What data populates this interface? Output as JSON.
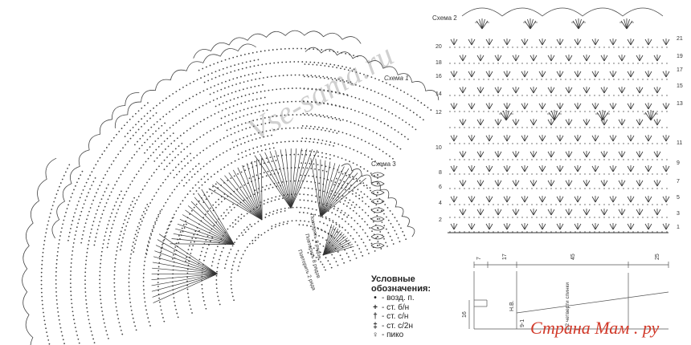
{
  "scheme_labels": {
    "s1": "Схема 1",
    "s2": "Схема 2",
    "s3": "Схема 3"
  },
  "repeat_notes": [
    "Повторять 8 рядов",
    "Повторить 8 рядов",
    "Повторить 2 ряда"
  ],
  "row_numbers_left": [
    "20",
    "18",
    "16",
    "14",
    "12",
    "10",
    "8",
    "6",
    "4",
    "2"
  ],
  "row_numbers_right": [
    "21",
    "19",
    "17",
    "15",
    "13",
    "11",
    "9",
    "7",
    "5",
    "3",
    "1"
  ],
  "legend": {
    "title_line1": "Условные",
    "title_line2": "обозначения:",
    "items": [
      {
        "icon": "chain-stitch-icon",
        "symbol": "•",
        "text": "- возд. п."
      },
      {
        "icon": "single-crochet-icon",
        "symbol": "+",
        "text": "- ст. б/н"
      },
      {
        "icon": "double-crochet-icon",
        "symbol": "†",
        "text": "- ст. с/н"
      },
      {
        "icon": "double-treble-icon",
        "symbol": "‡",
        "text": "- ст. с/2н"
      },
      {
        "icon": "picot-icon",
        "symbol": "♀",
        "text": "- пико"
      }
    ]
  },
  "pattern": {
    "top_dims": [
      "7",
      "17",
      "45",
      "25"
    ],
    "left_dim": "16",
    "center_label": "Н.В.",
    "ratio_label": "9-1",
    "quarter_label": "1/2 четверти спинки"
  },
  "watermarks": {
    "diagonal": "Vse-sama.ru",
    "corner": "Страна Мам . ру"
  }
}
